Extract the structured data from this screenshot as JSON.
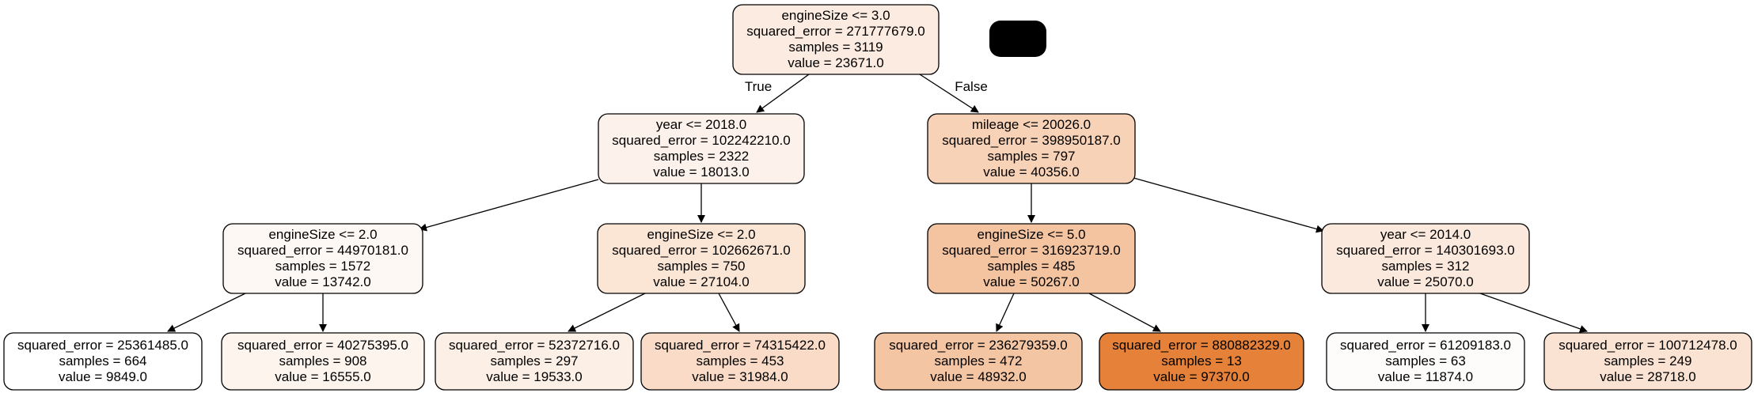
{
  "diagram": {
    "nodes": [
      {
        "id": "n0",
        "lines": [
          "engineSize <= 3.0",
          "squared_error = 271777679.0",
          "samples = 3119",
          "value = 23671.0"
        ],
        "fill": "#fcebe0"
      },
      {
        "id": "n1",
        "lines": [
          "year <= 2018.0",
          "squared_error = 102242210.0",
          "samples = 2322",
          "value = 18013.0"
        ],
        "fill": "#fdf2eb"
      },
      {
        "id": "n2",
        "lines": [
          "mileage <= 20026.0",
          "squared_error = 398950187.0",
          "samples = 797",
          "value = 40356.0"
        ],
        "fill": "#f8d2b7"
      },
      {
        "id": "n3",
        "lines": [
          "engineSize <= 2.0",
          "squared_error = 44970181.0",
          "samples = 1572",
          "value = 13742.0"
        ],
        "fill": "#fef8f5"
      },
      {
        "id": "n4",
        "lines": [
          "engineSize <= 2.0",
          "squared_error = 102662671.0",
          "samples = 750",
          "value = 27104.0"
        ],
        "fill": "#fbe5d5"
      },
      {
        "id": "n5",
        "lines": [
          "engineSize <= 5.0",
          "squared_error = 316923719.0",
          "samples = 485",
          "value = 50267.0"
        ],
        "fill": "#f4c3a0"
      },
      {
        "id": "n6",
        "lines": [
          "year <= 2014.0",
          "squared_error = 140301693.0",
          "samples = 312",
          "value = 25070.0"
        ],
        "fill": "#fce9dd"
      },
      {
        "id": "n7",
        "lines": [
          "squared_error = 25361485.0",
          "samples = 664",
          "value = 9849.0"
        ],
        "fill": "#ffffff"
      },
      {
        "id": "n8",
        "lines": [
          "squared_error = 40275395.0",
          "samples = 908",
          "value = 16555.0"
        ],
        "fill": "#fdf4ee"
      },
      {
        "id": "n9",
        "lines": [
          "squared_error = 52372716.0",
          "samples = 297",
          "value = 19533.0"
        ],
        "fill": "#fcefe6"
      },
      {
        "id": "n10",
        "lines": [
          "squared_error = 74315422.0",
          "samples = 453",
          "value = 31984.0"
        ],
        "fill": "#f9dbc7"
      },
      {
        "id": "n11",
        "lines": [
          "squared_error = 236279359.0",
          "samples = 472",
          "value = 48932.0"
        ],
        "fill": "#f4c5a3"
      },
      {
        "id": "n12",
        "lines": [
          "squared_error = 880882329.0",
          "samples = 13",
          "value = 97370.0"
        ],
        "fill": "#e58139"
      },
      {
        "id": "n13",
        "lines": [
          "squared_error = 61209183.0",
          "samples = 63",
          "value = 11874.0"
        ],
        "fill": "#fefcfa"
      },
      {
        "id": "n14",
        "lines": [
          "squared_error = 100712478.0",
          "samples = 249",
          "value = 28718.0"
        ],
        "fill": "#fae3d2"
      }
    ],
    "edges": [
      {
        "from": "n0",
        "to": "n1",
        "label": "True"
      },
      {
        "from": "n0",
        "to": "n2",
        "label": "False"
      },
      {
        "from": "n1",
        "to": "n3"
      },
      {
        "from": "n1",
        "to": "n4"
      },
      {
        "from": "n2",
        "to": "n5"
      },
      {
        "from": "n2",
        "to": "n6"
      },
      {
        "from": "n3",
        "to": "n7"
      },
      {
        "from": "n3",
        "to": "n8"
      },
      {
        "from": "n4",
        "to": "n9"
      },
      {
        "from": "n4",
        "to": "n10"
      },
      {
        "from": "n5",
        "to": "n11"
      },
      {
        "from": "n5",
        "to": "n12"
      },
      {
        "from": "n6",
        "to": "n13"
      },
      {
        "from": "n6",
        "to": "n14"
      }
    ]
  }
}
